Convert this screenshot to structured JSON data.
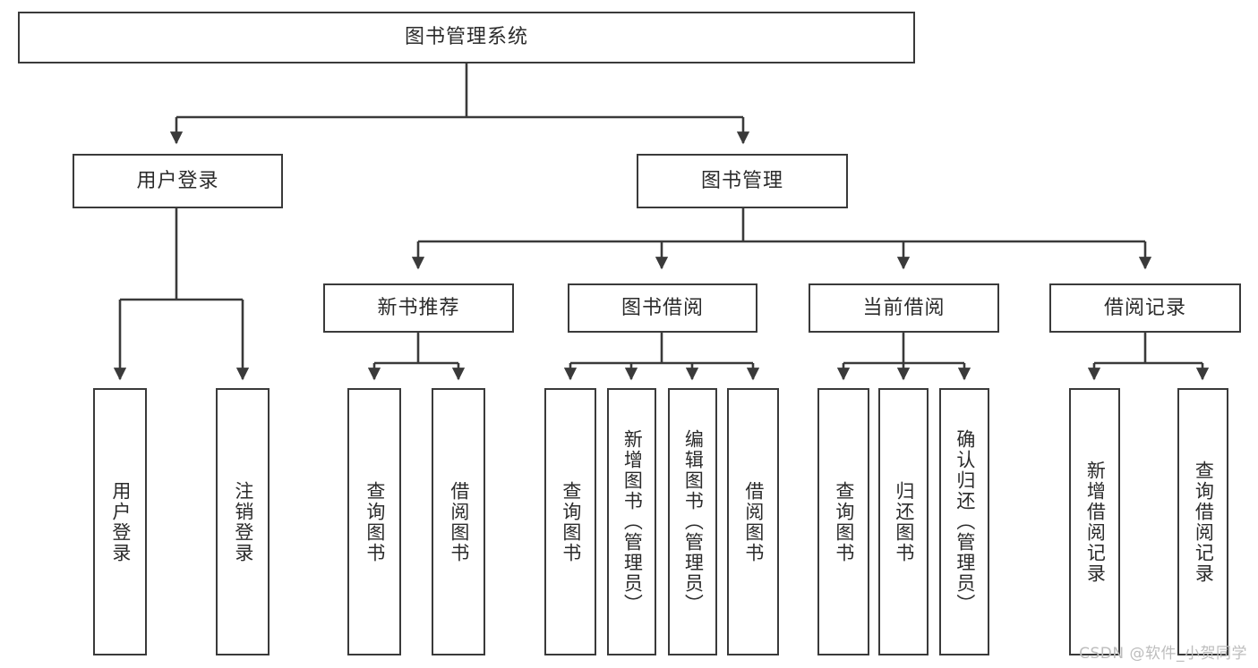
{
  "diagram": {
    "title": "图书管理系统",
    "type": "tree-hierarchy-chart",
    "watermark": "CSDN @软件_小贺同学",
    "colors": {
      "stroke": "#3a3a3a",
      "text": "#2b2b2b",
      "background": "#ffffff",
      "watermark": "#bdbdbd"
    }
  },
  "nodes": {
    "root": {
      "label": "图书管理系统"
    },
    "level1": [
      {
        "label": "用户登录"
      },
      {
        "label": "图书管理"
      }
    ],
    "level2": [
      {
        "label": "新书推荐"
      },
      {
        "label": "图书借阅"
      },
      {
        "label": "当前借阅"
      },
      {
        "label": "借阅记录"
      }
    ],
    "leaves": {
      "user_login": [
        {
          "label": "用户登录"
        },
        {
          "label": "注销登录"
        }
      ],
      "new_book_recommend": [
        {
          "label": "查询图书"
        },
        {
          "label": "借阅图书"
        }
      ],
      "book_borrow": [
        {
          "label": "查询图书"
        },
        {
          "label": "新增图书（管理员）"
        },
        {
          "label": "编辑图书（管理员）"
        },
        {
          "label": "借阅图书"
        }
      ],
      "current_borrow": [
        {
          "label": "查询图书"
        },
        {
          "label": "归还图书"
        },
        {
          "label": "确认归还（管理员）"
        }
      ],
      "borrow_record": [
        {
          "label": "新增借阅记录"
        },
        {
          "label": "查询借阅记录"
        }
      ]
    }
  }
}
